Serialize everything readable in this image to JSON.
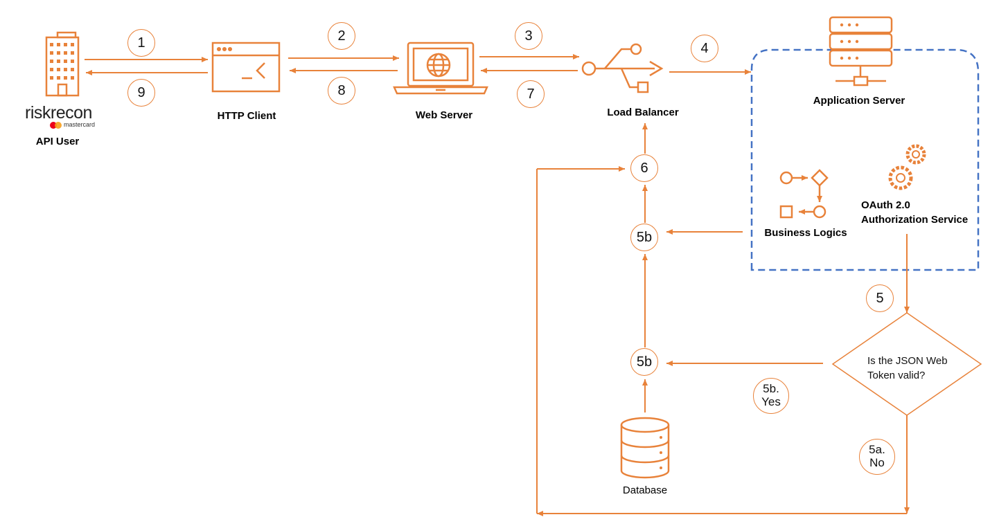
{
  "colors": {
    "accent": "#e8823a",
    "container_border": "#4472c4",
    "text": "#000000"
  },
  "nodes": {
    "api_user": "API User",
    "http_client": "HTTP Client",
    "web_server": "Web Server",
    "load_balancer": "Load Balancer",
    "application_server": "Application Server",
    "business_logics": "Business Logics",
    "oauth_line1": "OAuth 2.0",
    "oauth_line2": "Authorization Service",
    "database": "Database"
  },
  "brand": {
    "name": "riskrecon",
    "sub": "mastercard"
  },
  "decision": {
    "line1": "Is the JSON Web",
    "line2": "Token valid?"
  },
  "steps": {
    "s1": "1",
    "s2": "2",
    "s3": "3",
    "s4": "4",
    "s5": "5",
    "s5b_top": "5b",
    "s5b_mid": "5b",
    "s6": "6",
    "s7": "7",
    "s8": "8",
    "s9": "9",
    "s5b_yes_line1": "5b.",
    "s5b_yes_line2": "Yes",
    "s5a_no_line1": "5a.",
    "s5a_no_line2": "No"
  },
  "icons": [
    "building-icon",
    "browser-terminal-icon",
    "laptop-globe-icon",
    "usb-load-balancer-icon",
    "server-rack-icon",
    "flowchart-icon",
    "gears-icon",
    "database-icon"
  ]
}
